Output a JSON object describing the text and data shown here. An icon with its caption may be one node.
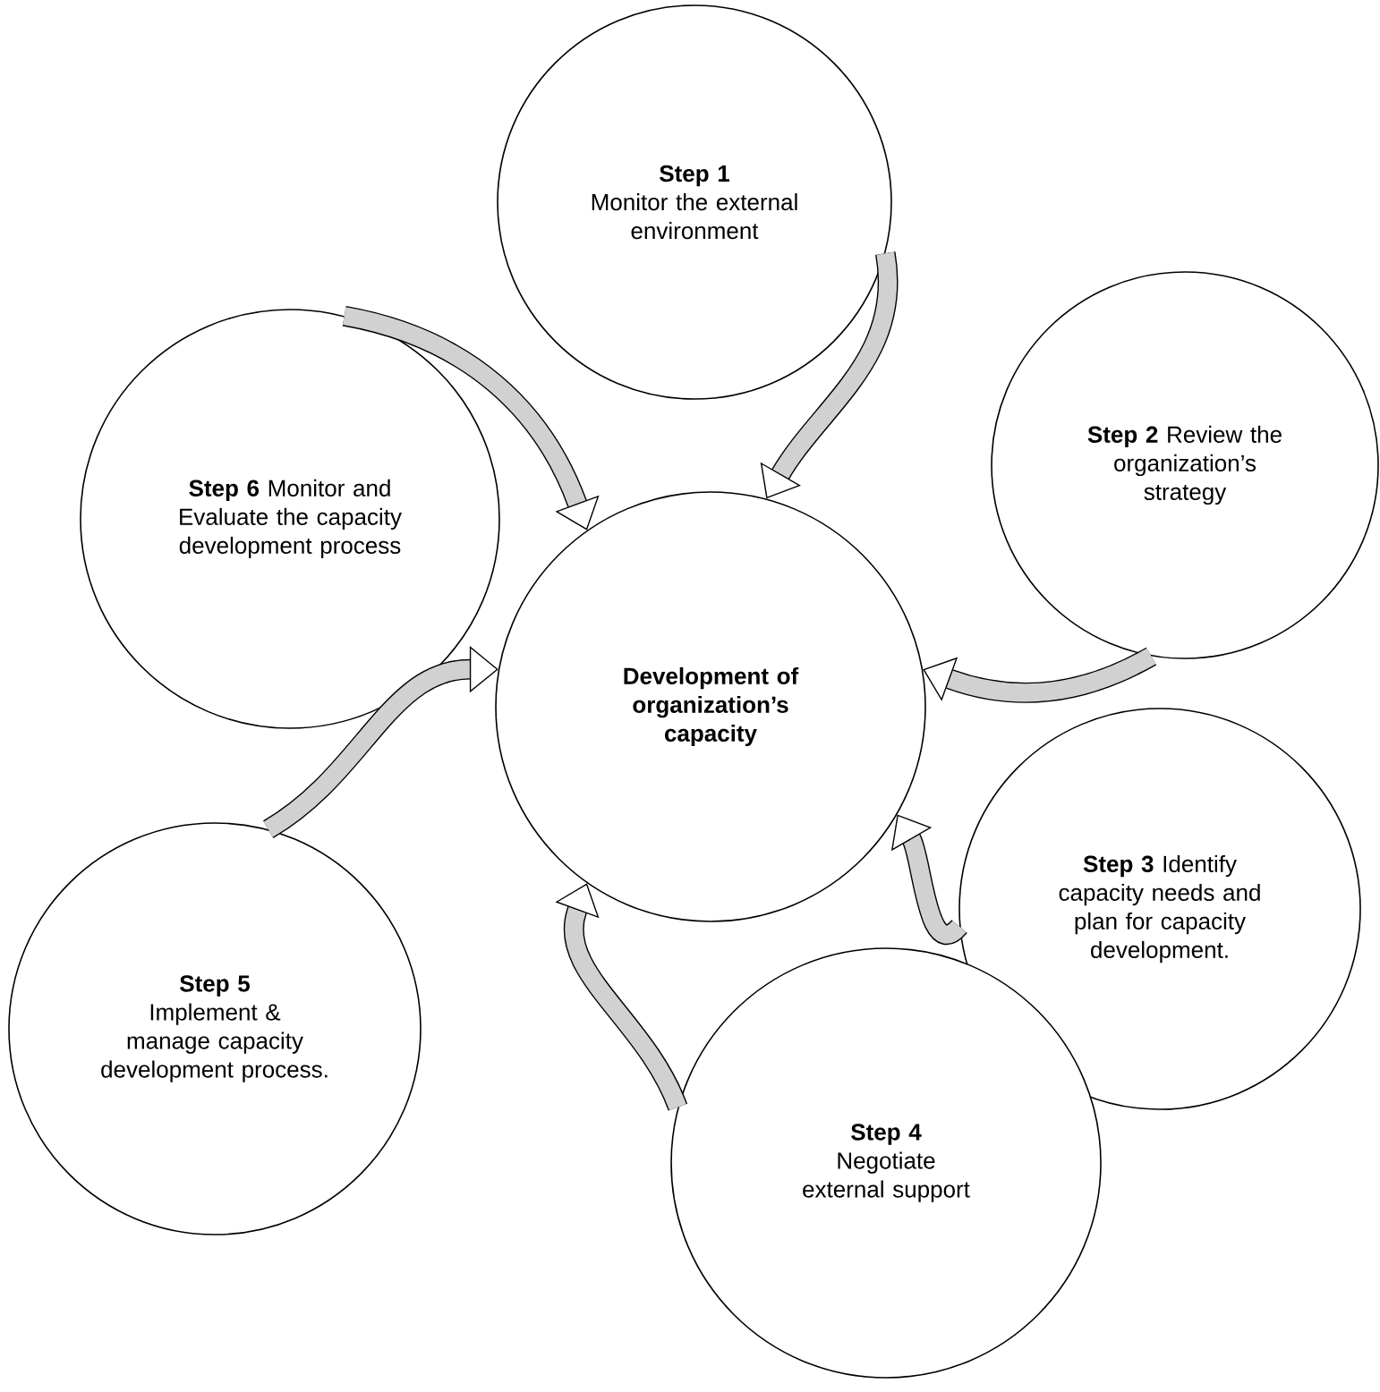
{
  "diagram": {
    "nodes": [
      {
        "text": [
          "Development of organization’s capacity"
        ]
      },
      {
        "text": [
          "Step 1",
          "Monitor the external environment"
        ]
      },
      {
        "text": [
          "**Step 2** Review the organization’s strategy"
        ]
      },
      {
        "text": [
          "**Step 3** Identify capacity needs and plan for capacity development."
        ]
      },
      {
        "text": [
          "Step 4",
          "Negotiate external support"
        ]
      },
      {
        "text": [
          "Step 5",
          "Implement & manage capacity development process."
        ]
      },
      {
        "text": [
          "**Step 6** Monitor and Evaluate the capacity development process"
        ]
      }
    ],
    "edges": [
      {
        "from": 1,
        "to": 0,
        "arrow": "to"
      },
      {
        "from": 2,
        "to": 0,
        "arrow": "to"
      },
      {
        "from": 3,
        "to": 0,
        "arrow": "to"
      },
      {
        "from": 4,
        "to": 0,
        "arrow": "to"
      },
      {
        "from": 5,
        "to": 0,
        "arrow": "to"
      },
      {
        "from": 6,
        "to": 0,
        "arrow": "to"
      }
    ]
  }
}
